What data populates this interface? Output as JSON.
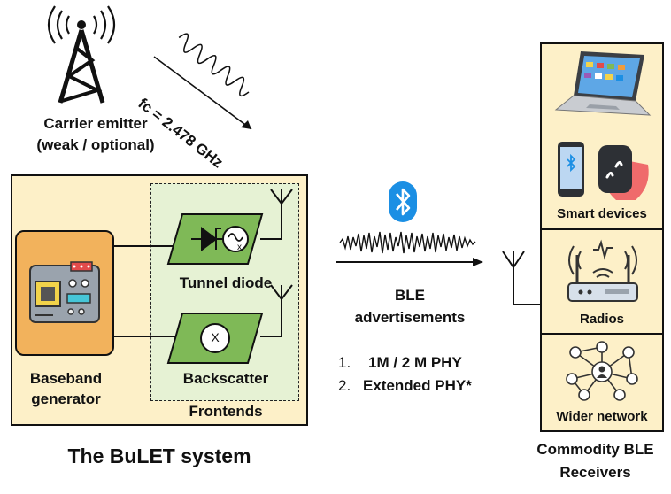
{
  "emitter": {
    "label_line1": "Carrier emitter",
    "label_line2": "(weak / optional)",
    "fc_label": "fc = 2.478 GHz"
  },
  "system": {
    "title": "The BuLET system",
    "baseband_line1": "Baseband",
    "baseband_line2": "generator",
    "frontends_label": "Frontends",
    "tunnel_label": "Tunnel diode",
    "backscatter_label": "Backscatter",
    "mixer_symbol": "X"
  },
  "link": {
    "ble_line1": "BLE",
    "ble_line2": "advertisements",
    "phy_items": [
      {
        "num": "1.",
        "text": "1M / 2 M PHY"
      },
      {
        "num": "2.",
        "text": "Extended PHY*"
      }
    ]
  },
  "receivers": {
    "title_line1": "Commodity BLE",
    "title_line2": "Receivers",
    "panels": [
      {
        "label": "Smart devices"
      },
      {
        "label": "Radios"
      },
      {
        "label": "Wider network"
      }
    ]
  },
  "colors": {
    "system_bg": "#fdf0c8",
    "baseband_fill": "#f2b25c",
    "frontend_fill": "#e6f2d4",
    "block_fill": "#7fb957",
    "bluetooth_blue": "#1b8fe4"
  }
}
